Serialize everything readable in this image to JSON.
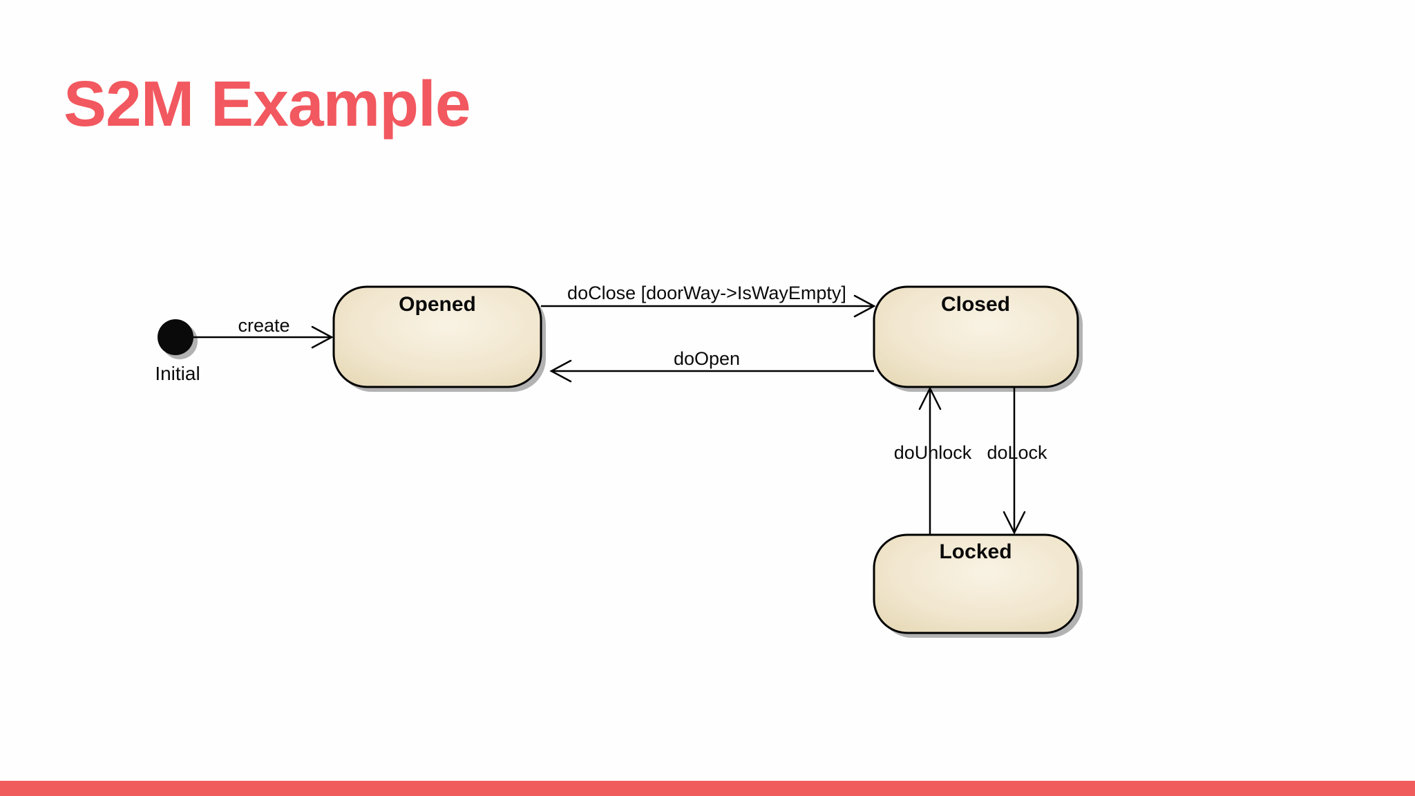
{
  "slide": {
    "title": "S2M Example",
    "accent_color": "#f2585f",
    "footer_bar_color": "#f05b5b"
  },
  "diagram": {
    "type": "uml-state-machine",
    "initial": {
      "label": "Initial"
    },
    "states": [
      {
        "id": "opened",
        "label": "Opened"
      },
      {
        "id": "closed",
        "label": "Closed"
      },
      {
        "id": "locked",
        "label": "Locked"
      }
    ],
    "transitions": [
      {
        "from": "initial",
        "to": "opened",
        "label": "create"
      },
      {
        "from": "opened",
        "to": "closed",
        "label": "doClose [doorWay->IsWayEmpty]"
      },
      {
        "from": "closed",
        "to": "opened",
        "label": "doOpen"
      },
      {
        "from": "locked",
        "to": "closed",
        "label": "doUnlock"
      },
      {
        "from": "closed",
        "to": "locked",
        "label": "doLock"
      }
    ],
    "style": {
      "state_fill_light": "#f9f3e4",
      "state_fill_mid": "#f1e6ce",
      "state_fill_dark": "#e3d5b0",
      "state_border": "#000000",
      "shadow_color": "#b2b2b2",
      "line_color": "#000000"
    }
  }
}
